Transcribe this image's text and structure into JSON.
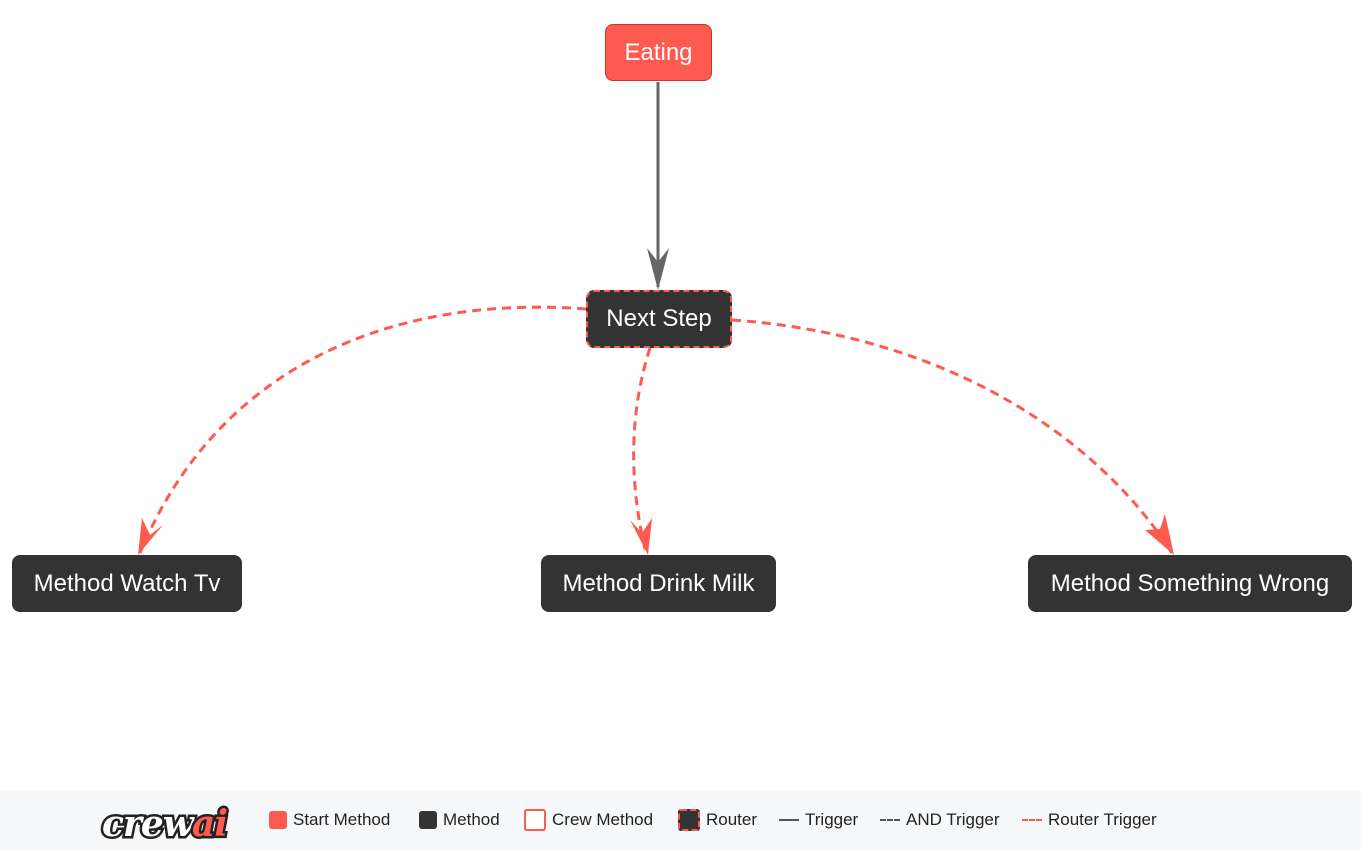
{
  "diagram": {
    "nodes": [
      {
        "id": "eating",
        "label": "Eating",
        "type": "start"
      },
      {
        "id": "next_step",
        "label": "Next Step",
        "type": "router"
      },
      {
        "id": "watch_tv",
        "label": "Method Watch Tv",
        "type": "method"
      },
      {
        "id": "drink_milk",
        "label": "Method Drink Milk",
        "type": "method"
      },
      {
        "id": "something_wrong",
        "label": "Method Something Wrong",
        "type": "method"
      }
    ],
    "edges": [
      {
        "from": "eating",
        "to": "next_step",
        "type": "trigger"
      },
      {
        "from": "next_step",
        "to": "watch_tv",
        "type": "router_trigger"
      },
      {
        "from": "next_step",
        "to": "drink_milk",
        "type": "router_trigger"
      },
      {
        "from": "next_step",
        "to": "something_wrong",
        "type": "router_trigger"
      }
    ]
  },
  "legend": {
    "logo_text": "crewai",
    "start_method": "Start Method",
    "method": "Method",
    "crew_method": "Crew Method",
    "router": "Router",
    "trigger": "Trigger",
    "and_trigger": "AND Trigger",
    "router_trigger": "Router Trigger"
  },
  "colors": {
    "start": "#ff5a50",
    "method": "#333333",
    "router_border": "#ff5a50",
    "trigger_edge": "#666666",
    "router_edge": "#ff5a50",
    "legend_bg": "#f7f8f9"
  }
}
